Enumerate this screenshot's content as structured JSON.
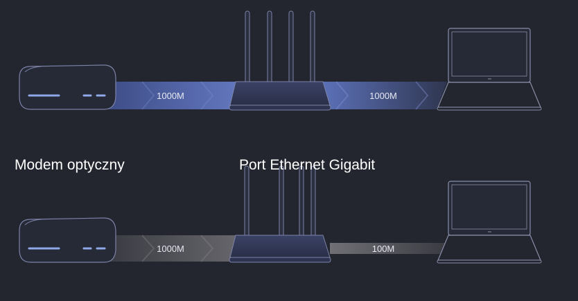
{
  "labels": {
    "modem": "Modem optyczny",
    "port": "Port Ethernet Gigabit"
  },
  "rows": [
    {
      "link_modem_router": "1000M",
      "link_router_laptop": "1000M",
      "style": "gigabit"
    },
    {
      "link_modem_router": "1000M",
      "link_router_laptop": "100M",
      "style": "standard"
    }
  ],
  "colors": {
    "background": "#23252f",
    "device_outline": "#7d83a8",
    "gigabit_band": "#5a6fb0",
    "standard_band": "#6e6e74",
    "modem_led": "#8fa8e8"
  },
  "icons": {
    "modem": "modem-icon",
    "router": "router-icon",
    "laptop": "laptop-icon"
  }
}
